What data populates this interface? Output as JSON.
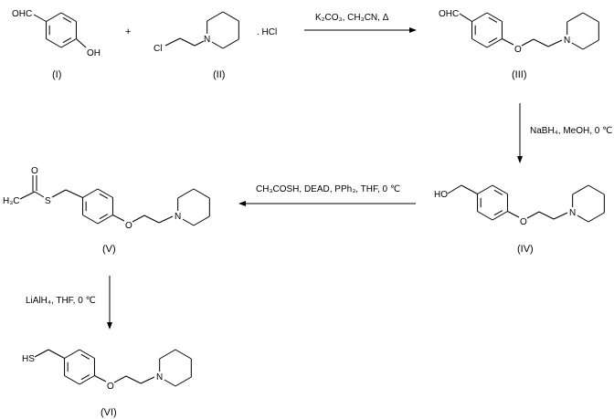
{
  "compounds": {
    "I": {
      "label": "(I)",
      "aldehyde": "OHC",
      "hydroxyl": "OH"
    },
    "II": {
      "label": "(II)",
      "chloro": "Cl",
      "nitrogen": "N",
      "salt": ". HCl"
    },
    "III": {
      "label": "(III)",
      "aldehyde": "OHC",
      "oxygen": "O",
      "nitrogen": "N"
    },
    "IV": {
      "label": "(IV)",
      "hydroxyl": "HO",
      "oxygen": "O",
      "nitrogen": "N"
    },
    "V": {
      "label": "(V)",
      "methyl": "H₃C",
      "carbonyl_oxygen": "O",
      "sulfur": "S",
      "oxygen": "O",
      "nitrogen": "N"
    },
    "VI": {
      "label": "(VI)",
      "thiol": "HS",
      "oxygen": "O",
      "nitrogen": "N"
    }
  },
  "plus": "+",
  "reactions": {
    "step1": "K₂CO₃, CH₃CN, Δ",
    "step2": "NaBH₄, MeOH, 0 ℃",
    "step3": "CH₃COSH, DEAD, PPh₃, THF, 0 ℃",
    "step4": "LiAlH₄, THF, 0 ℃"
  }
}
